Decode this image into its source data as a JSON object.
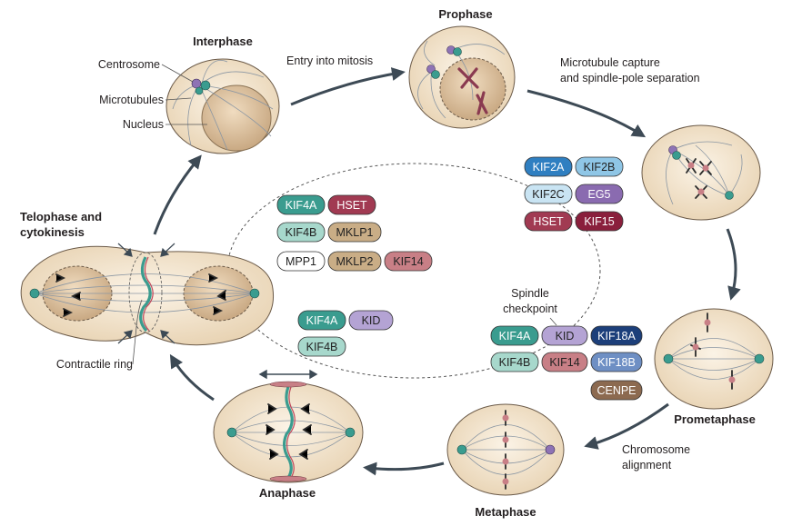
{
  "phases": {
    "interphase": "Interphase",
    "prophase": "Prophase",
    "prometaphase": "Prometaphase",
    "metaphase": "Metaphase",
    "anaphase": "Anaphase",
    "telophase_line1": "Telophase and",
    "telophase_line2": "cytokinesis"
  },
  "labels": {
    "centrosome": "Centrosome",
    "microtubules": "Microtubules",
    "nucleus": "Nucleus",
    "contractile_ring": "Contractile ring"
  },
  "transitions": {
    "entry": "Entry into mitosis",
    "capture_line1": "Microtubule capture",
    "capture_line2": "and spindle-pole separation",
    "alignment_line1": "Chromosome",
    "alignment_line2": "alignment",
    "checkpoint_line1": "Spindle",
    "checkpoint_line2": "checkpoint"
  },
  "colors": {
    "teal": "#3a9c8f",
    "light_teal": "#a7d8cc",
    "tan": "#c9ad86",
    "white": "#ffffff",
    "rose": "#c87f86",
    "blue": "#2f7fc1",
    "light_blue": "#8fc6e6",
    "pale_blue": "#c9e4f3",
    "purple": "#8a6bb0",
    "lilac": "#b4a3d4",
    "crimson": "#a13a52",
    "maroon": "#8a1f3c",
    "navy": "#1c3f7a",
    "steel_blue": "#6e8fc4",
    "brown": "#8c6a50"
  },
  "kinesins": {
    "interphase_group": [
      {
        "label": "KIF4A",
        "color": "teal"
      },
      {
        "label": "HSET",
        "color": "crimson"
      },
      {
        "label": "KIF4B",
        "color": "light_teal"
      },
      {
        "label": "MKLP1",
        "color": "tan"
      },
      {
        "label": "MPP1",
        "color": "white"
      },
      {
        "label": "MKLP2",
        "color": "tan"
      },
      {
        "label": "KIF14",
        "color": "rose"
      }
    ],
    "prophase_group": [
      {
        "label": "KIF2A",
        "color": "blue"
      },
      {
        "label": "KIF2B",
        "color": "light_blue"
      },
      {
        "label": "KIF2C",
        "color": "pale_blue"
      },
      {
        "label": "EG5",
        "color": "purple"
      },
      {
        "label": "HSET",
        "color": "crimson"
      },
      {
        "label": "KIF15",
        "color": "maroon"
      }
    ],
    "anaphase_group": [
      {
        "label": "KIF4A",
        "color": "teal"
      },
      {
        "label": "KID",
        "color": "lilac"
      },
      {
        "label": "KIF4B",
        "color": "light_teal"
      }
    ],
    "metaphase_group": [
      {
        "label": "KIF4A",
        "color": "teal"
      },
      {
        "label": "KID",
        "color": "lilac"
      },
      {
        "label": "KIF18A",
        "color": "navy"
      },
      {
        "label": "KIF4B",
        "color": "light_teal"
      },
      {
        "label": "KIF14",
        "color": "rose"
      },
      {
        "label": "KIF18B",
        "color": "steel_blue"
      },
      {
        "label": "CENPE",
        "color": "brown"
      }
    ]
  }
}
